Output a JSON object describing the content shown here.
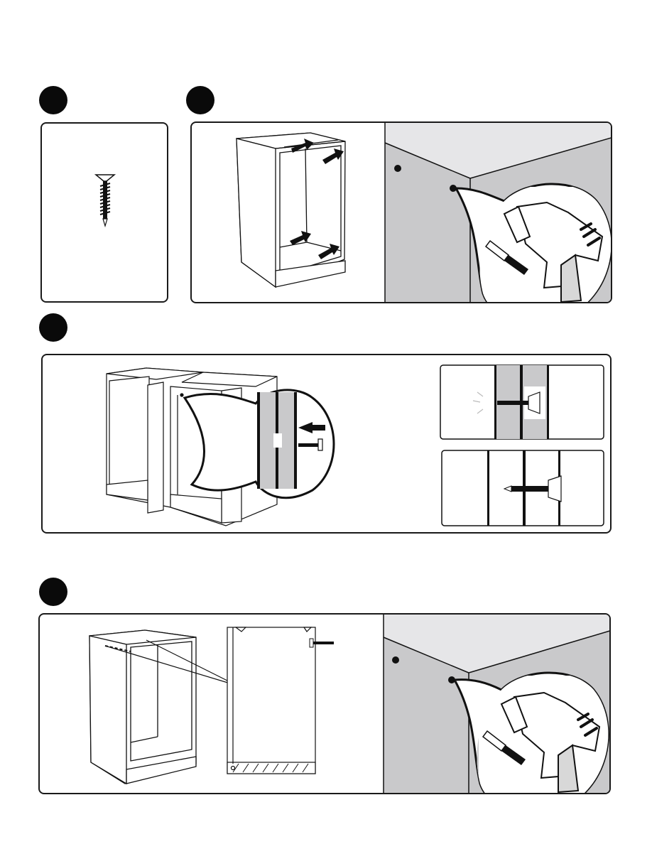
{
  "page": {
    "background": "#ffffff",
    "ink_color": "#1a1a1a",
    "wall_light": "#e6e6e8",
    "wall_dark": "#c9c9cb",
    "steps": [
      {
        "name": "step-1",
        "icons": [
          "screw-icon"
        ]
      },
      {
        "name": "step-2",
        "icons": [
          "cabinet-icon",
          "arrow-icon",
          "wall-corner-icon",
          "drill-icon"
        ]
      },
      {
        "name": "step-3",
        "icons": [
          "corner-cabinet-icon",
          "magnifier-icon",
          "screw-icon"
        ]
      },
      {
        "name": "step-4",
        "icons": [
          "cabinet-icon",
          "side-panel-icon",
          "wall-corner-icon",
          "drill-icon"
        ]
      }
    ]
  }
}
